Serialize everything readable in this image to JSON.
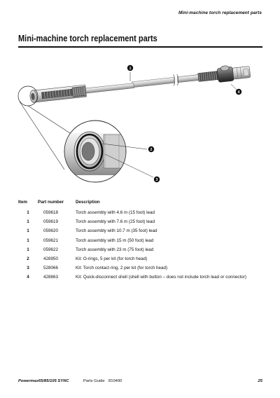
{
  "header": {
    "running_head": "Mini-machine torch replacement parts"
  },
  "title": "Mini-machine torch replacement parts",
  "callouts": [
    "1",
    "2",
    "3",
    "4"
  ],
  "table": {
    "headers": [
      "Item",
      "Part number",
      "Description"
    ],
    "rows": [
      [
        "1",
        "059618",
        "Torch assembly with 4.6 m (15 foot) lead"
      ],
      [
        "1",
        "059619",
        "Torch assembly with 7.6 m (25 foot) lead"
      ],
      [
        "1",
        "059620",
        "Torch assembly with 10.7 m (35 foot) lead"
      ],
      [
        "1",
        "059621",
        "Torch assembly with 15 m (50 foot) lead"
      ],
      [
        "1",
        "059622",
        "Torch assembly with 23 m (75 foot) lead"
      ],
      [
        "2",
        "428950",
        "Kit: O-rings, 5 per kit (for torch head)"
      ],
      [
        "3",
        "528066",
        "Kit: Torch contact ring, 2 per kit (for torch head)"
      ],
      [
        "4",
        "428863",
        "Kit: Quick-disconnect shell (shell with button – does not include torch lead or connector)"
      ]
    ]
  },
  "footer": {
    "product": "Powermax65/85/105 SYNC",
    "guide": "Parts Guide",
    "doc_number": "810490",
    "page": "25"
  }
}
